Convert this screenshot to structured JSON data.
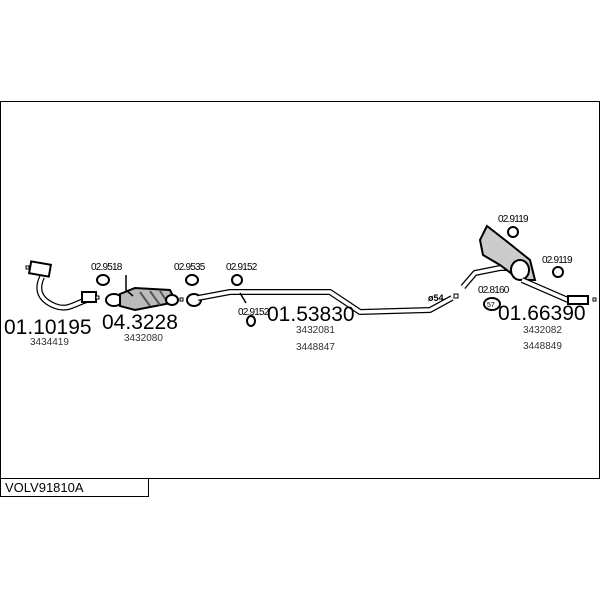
{
  "diagram_code": "VOLV91810A",
  "parts": [
    {
      "number": "01.10195",
      "refs": [
        "3434419"
      ]
    },
    {
      "number": "04.3228",
      "refs": [
        "3432080"
      ]
    },
    {
      "number": "01.53830",
      "refs": [
        "3432081",
        "3448847"
      ]
    },
    {
      "number": "01.66390",
      "refs": [
        "3432082",
        "3448849"
      ]
    }
  ],
  "fittings": {
    "f1": "02.9518",
    "f2": "02.9535",
    "f3": "02.9152",
    "f4": "02.9152",
    "f5": "02.9119",
    "f6": "02.9119",
    "f7": "02.8160",
    "f7_badge": "57"
  },
  "pipe_diameter": "ø54"
}
